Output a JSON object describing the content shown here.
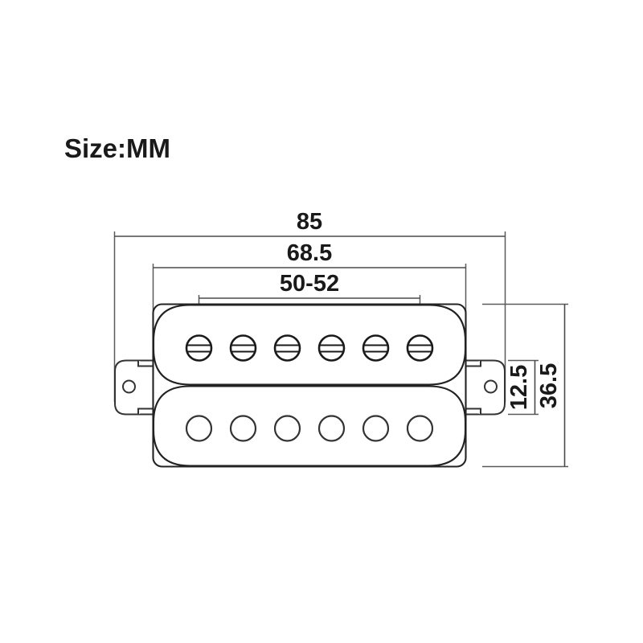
{
  "drawing": {
    "title": "Size:MM",
    "unit_note": "MM",
    "subject": "humbucker-pickup-outline",
    "colors": {
      "background": "#ffffff",
      "outline": "#222222",
      "dimension_line": "#4a4a4a",
      "text": "#1a1a1a"
    },
    "dimensions": {
      "overall_width": "85",
      "baseplate_width": "68.5",
      "pole_spacing": "50-52",
      "tab_height": "12.5",
      "overall_height": "36.5"
    },
    "pole_rows": {
      "screw_row_count": 6,
      "slug_row_count": 6
    },
    "mounting_tabs": {
      "left_label": "left-mounting-tab",
      "right_label": "right-mounting-tab",
      "hole_count": 2
    }
  }
}
